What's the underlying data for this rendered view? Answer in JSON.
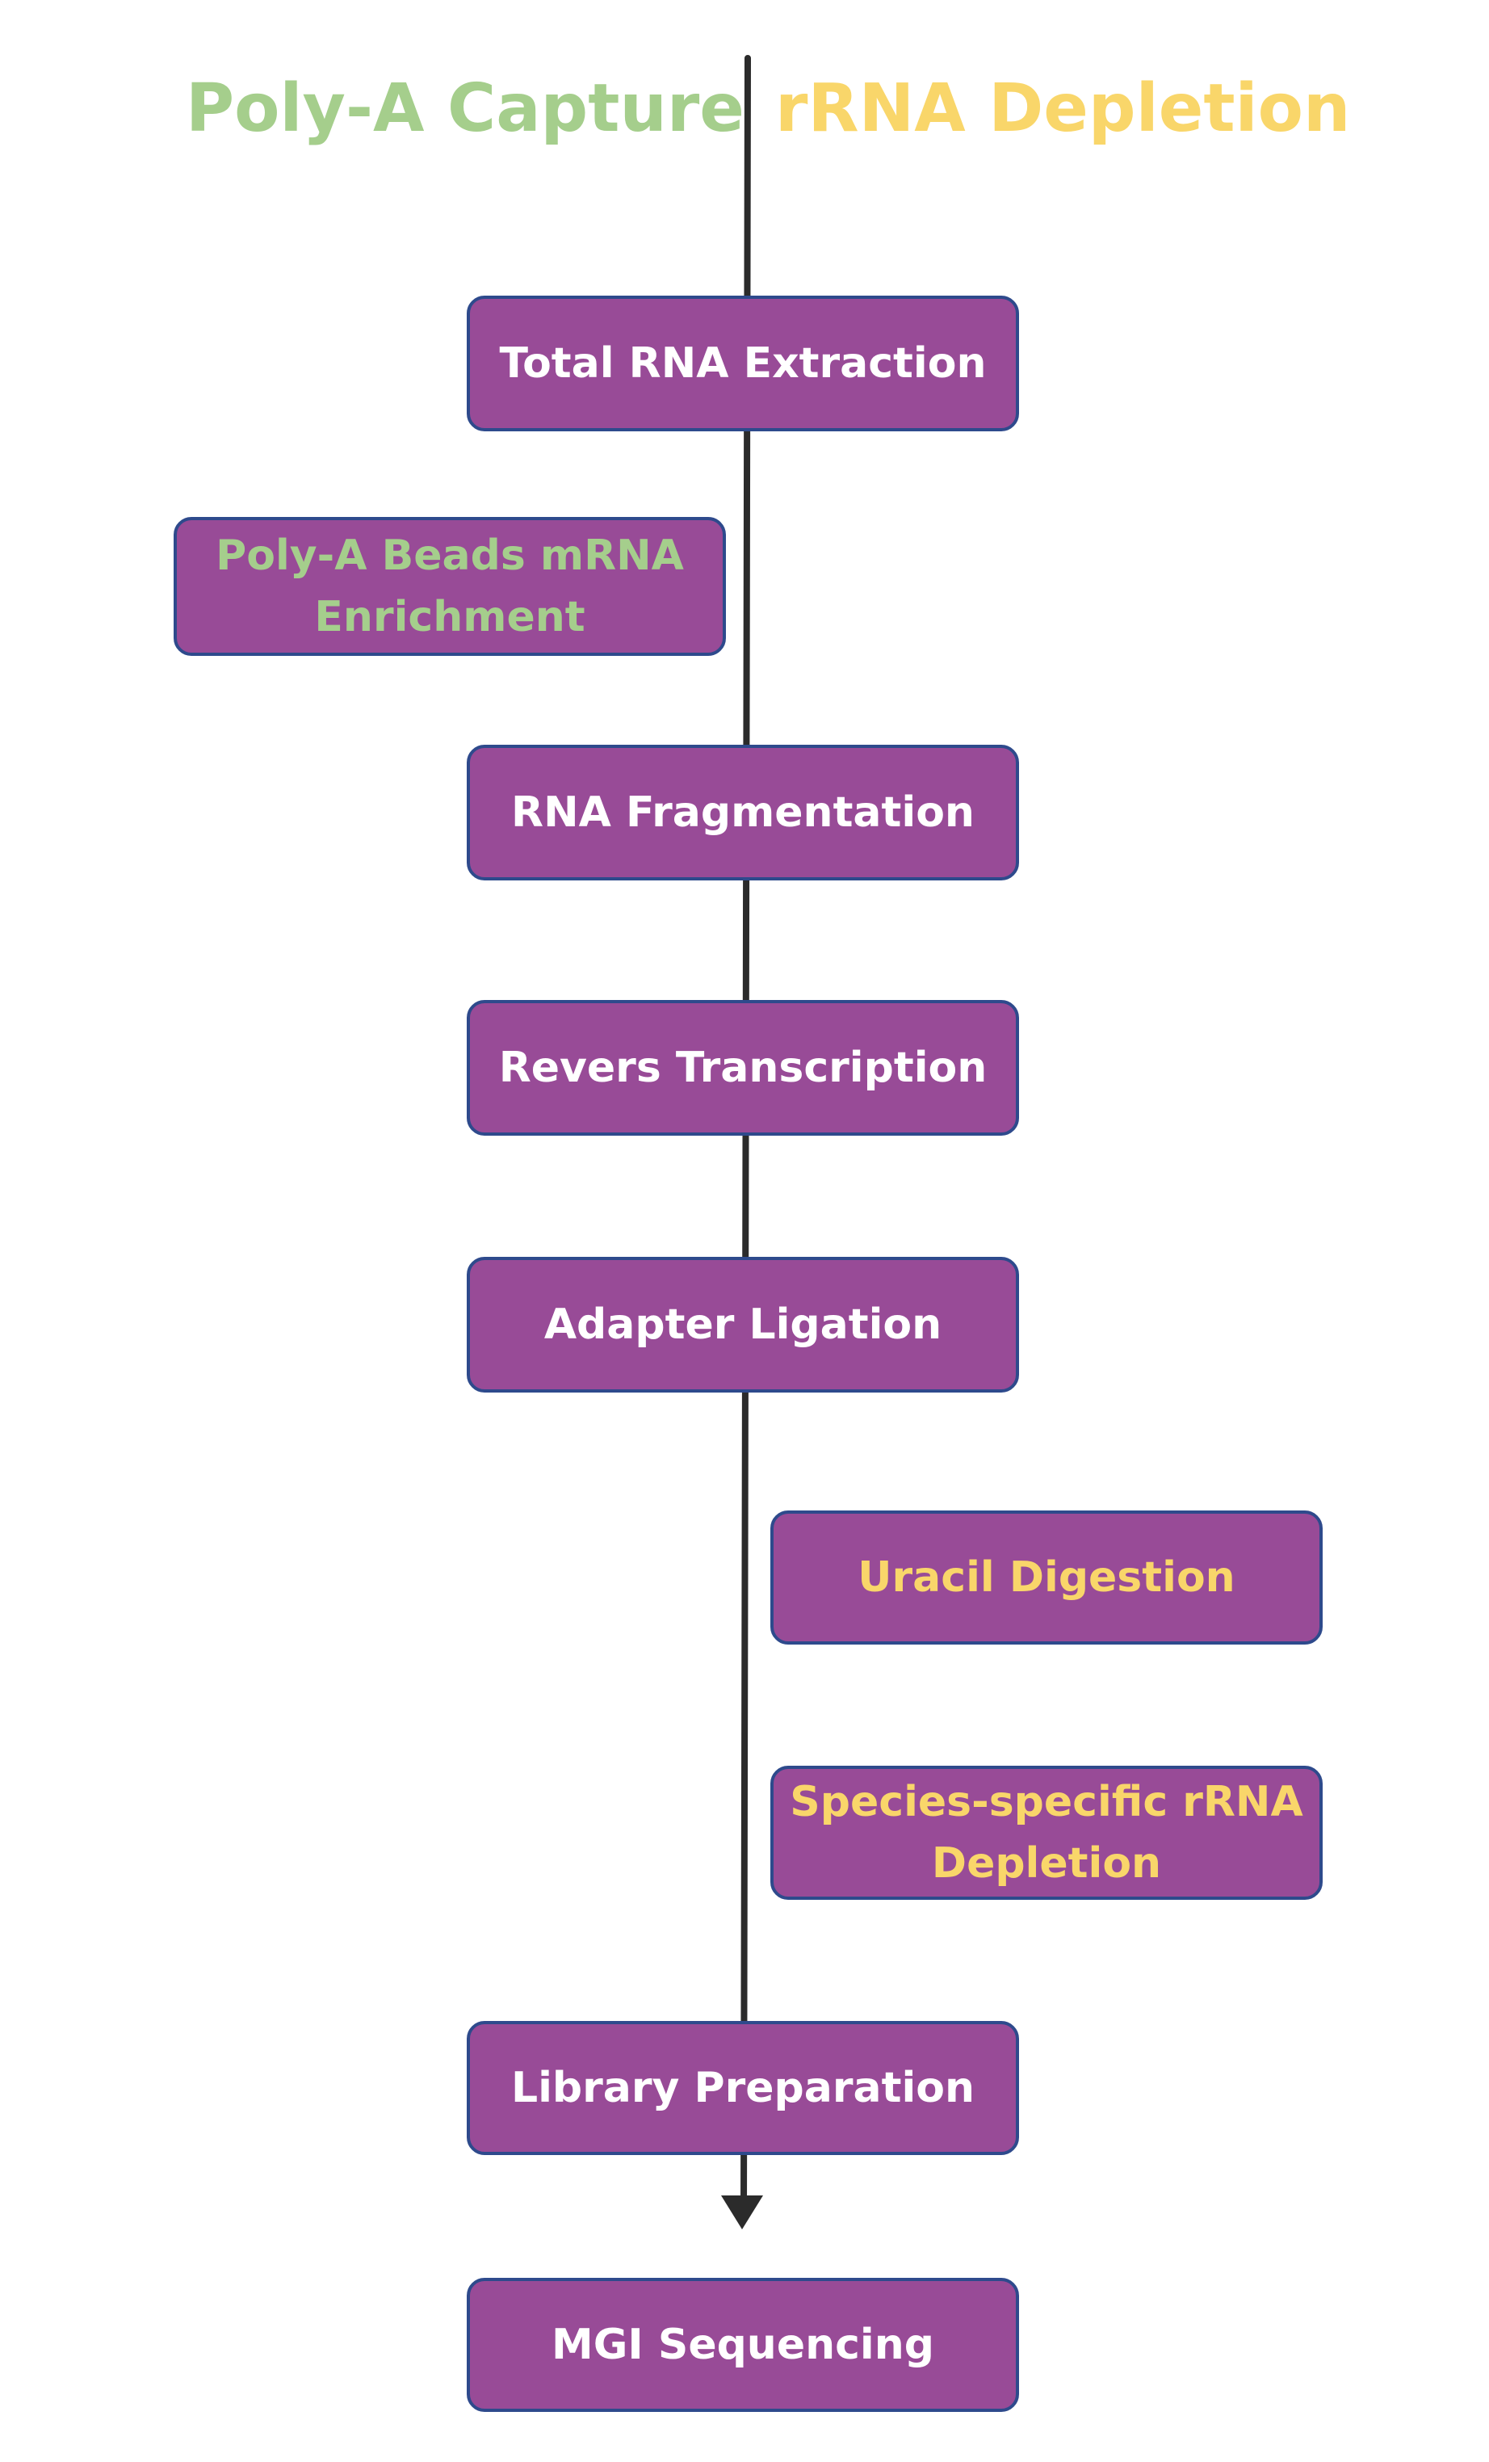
{
  "colors": {
    "box_fill": "#984b97",
    "box_border": "#2e4a8c",
    "default_text": "#ffffff",
    "polya_accent": "#a5ce8c",
    "rrna_accent": "#f9d66a",
    "connector": "#2b2b2b"
  },
  "headers": {
    "left": "Poly-A Capture",
    "right": "rRNA Depletion"
  },
  "steps": {
    "total_rna": "Total RNA Extraction",
    "polya_line1": "Poly-A Beads mRNA",
    "polya_line2": "Enrichment",
    "fragmentation": "RNA Fragmentation",
    "reverse": "Revers Transcription",
    "adapter": "Adapter Ligation",
    "uracil": "Uracil Digestion",
    "species_line1": "Species-specific rRNA",
    "species_line2": "Depletion",
    "library": "Library Preparation",
    "mgi": "MGI Sequencing"
  }
}
